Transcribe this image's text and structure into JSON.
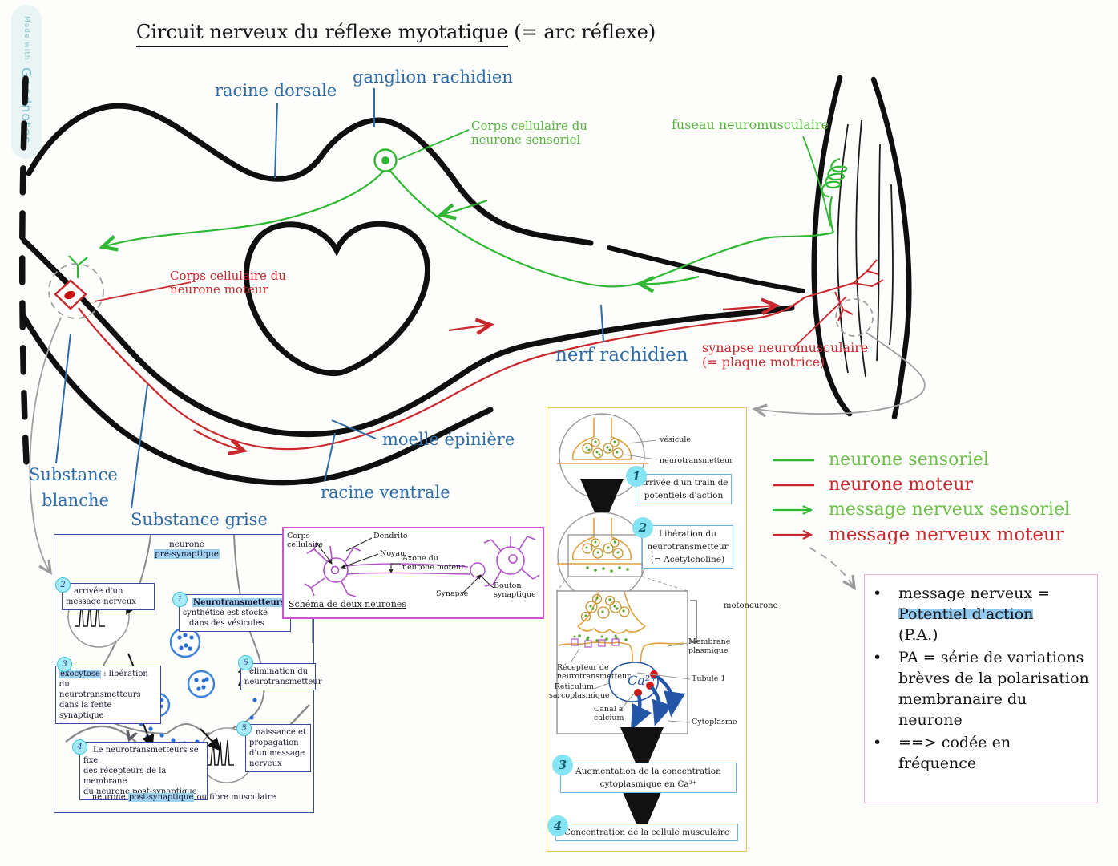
{
  "watermark": {
    "prefix": "Made with",
    "brand": "Goodnotes"
  },
  "title": {
    "main": "Circuit nerveux du réflexe myotatique",
    "paren": " (= arc réflexe)"
  },
  "anatomy": {
    "racine_dorsale": "racine dorsale",
    "ganglion_rachidien": "ganglion rachidien",
    "corps_sensoriel_l1": "Corps cellulaire du",
    "corps_sensoriel_l2": "neurone sensoriel",
    "fuseau": "fuseau neuromusculaire",
    "corps_moteur_l1": "Corps cellulaire du",
    "corps_moteur_l2": "neurone moteur",
    "nerf_rachidien": "nerf rachidien",
    "synapse_nm": "synapse neuromusculaire",
    "plaque_motrice": "(= plaque motrice)",
    "moelle": "moelle épinière",
    "racine_ventrale": "racine ventrale",
    "substance_blanche_l1": "Substance",
    "substance_blanche_l2": "blanche",
    "substance_grise": "Substance grise"
  },
  "synapse_inset": {
    "pre_l1": "neurone",
    "pre_hl": "pré-synaptique",
    "s1_num": "1",
    "s1_hl": "Neurotransmetteurs",
    "s1_l2": "synthétisé est stocké",
    "s1_l3": "dans des vésicules",
    "s2_num": "2",
    "s2_l1": "arrivée d'un",
    "s2_l2": "message nerveux",
    "s3_num": "3",
    "s3_hl": "exocytose",
    "s3_l1": " : libération du",
    "s3_l2": "neurotransmetteurs",
    "s3_l3": "dans la fente synaptique",
    "s4_num": "4",
    "s4_l1": "Le neurotransmetteurs se fixe",
    "s4_l2": "des récepteurs de la membrane",
    "s4_l3": "du neurone post-synaptique",
    "s5_num": "5",
    "s5_l1": "naissance et",
    "s5_l2": "propagation",
    "s5_l3": "d'un message",
    "s5_l4": "nerveux",
    "s6_num": "6",
    "s6_l1": "élimination du",
    "s6_l2": "neurotransmetteur",
    "post_pre": "neurone ",
    "post_hl": "post-synaptique",
    "post_rest": " ou fibre musculaire"
  },
  "schema": {
    "corps_l1": "Corps",
    "corps_l2": "cellulaire",
    "dendrite": "Dendrite",
    "noyau": "Noyau",
    "axone_l1": "Axone du",
    "axone_l2": "neurone moteur",
    "synapse": "Synapse",
    "bouton_l1": "Bouton",
    "bouton_l2": "synaptique",
    "caption": "Schéma de deux neurones"
  },
  "muscle_inset": {
    "vesicule": "vésicule",
    "neurotransmetteur": "neurotransmetteur",
    "s1_num": "1",
    "s1_l1": "Arrivée d'un train de",
    "s1_l2": "potentiels d'action",
    "s2_num": "2",
    "s2_l1": "Libération du",
    "s2_l2": "neurotransmetteur",
    "s2_l3": "(= Acetylcholine)",
    "motoneurone": "motoneurone",
    "membrane_l1": "Membrane",
    "membrane_l2": "plasmique",
    "recepteur_l1": "Récepteur de",
    "recepteur_l2": "neurotransmetteur",
    "tubule": "Tubule 1",
    "reticulum_l1": "Reticulum",
    "reticulum_l2": "sarcoplasmique",
    "canal_l1": "Canal à",
    "canal_l2": "calcium",
    "ca": "Ca²⁺",
    "cytoplasme": "Cytoplasme",
    "s3_num": "3",
    "s3_l1": "Augmentation de la concentration",
    "s3_l2": "cytoplasmique en Ca²⁺",
    "s4_num": "4",
    "s4_l1": "Concentration de la cellule musculaire"
  },
  "legend": {
    "neurone_sensoriel": "neurone sensoriel",
    "neurone_moteur": "neurone moteur",
    "message_sensoriel": "message nerveux sensoriel",
    "message_moteur": "message nerveux moteur"
  },
  "notes": {
    "b1_l1": "message nerveux =",
    "b1_hl": "Potentiel d'action",
    "b1_l3": "(P.A.)",
    "b2": "PA = série de variations brèves de la polarisation membranaire du neurone",
    "b3": "==> codée en fréquence"
  },
  "colors": {
    "blue_label": "#2d6ca8",
    "green": "#2fb832",
    "green_label": "#6abf45",
    "red": "#c9282d",
    "black": "#111111",
    "gray": "#9a9a9a",
    "highlight_blue": "#92c9ef",
    "bubble_cyan": "#a5ebf7",
    "navy_border": "#3a4a9a",
    "purple_border": "#cc55cc",
    "yellow_border": "#e7c464",
    "pink_border": "#efb3d1"
  }
}
